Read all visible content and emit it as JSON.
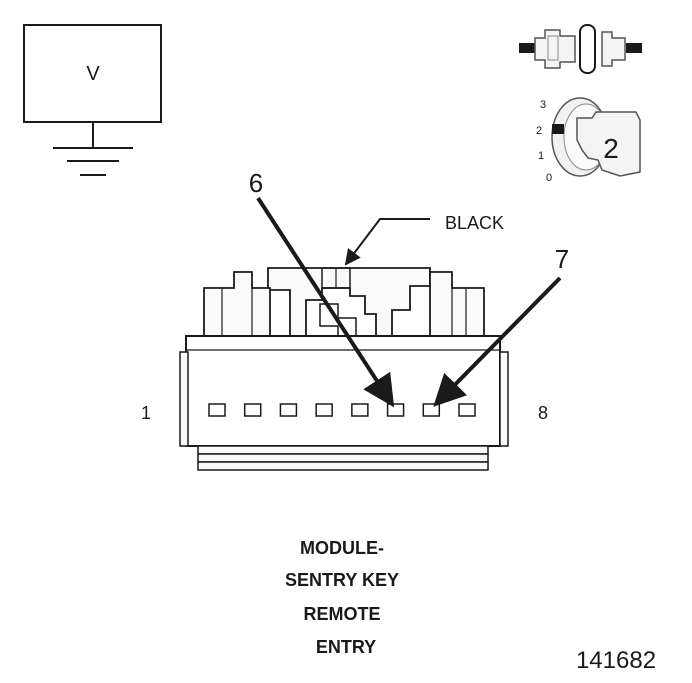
{
  "meter": {
    "symbol": "V"
  },
  "key_switch": {
    "positions": [
      "3",
      "2",
      "1",
      "0"
    ],
    "selected": "2"
  },
  "connector": {
    "color_callout": "BLACK",
    "pin_first": "1",
    "pin_last": "8",
    "pin_count": 8,
    "probe_pins": [
      "6",
      "7"
    ]
  },
  "caption": {
    "lines": [
      "MODULE-",
      "SENTRY KEY",
      "REMOTE",
      "ENTRY"
    ]
  },
  "figure_id": "141682"
}
